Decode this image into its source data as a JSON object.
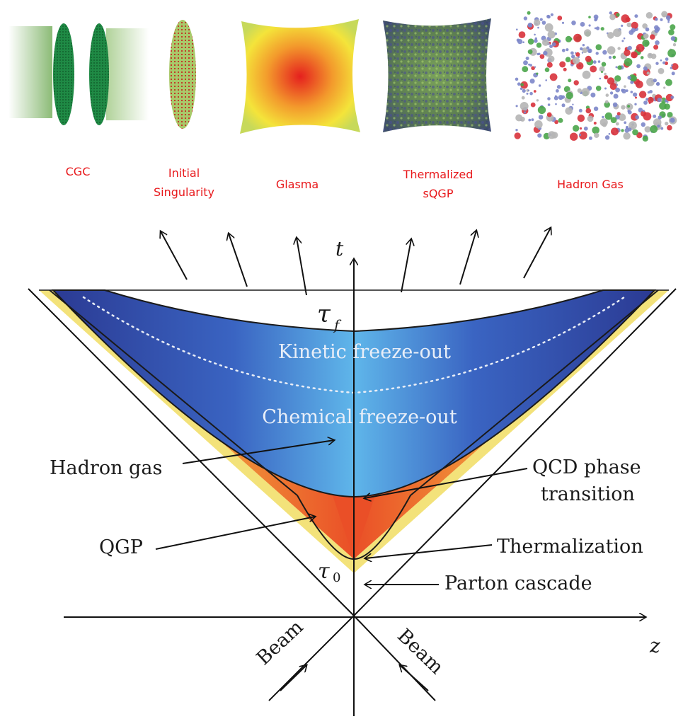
{
  "stages": [
    {
      "id": "cgc",
      "label_lines": [
        "CGC"
      ]
    },
    {
      "id": "initial-singularity",
      "label_lines": [
        "Initial",
        "Singularity"
      ]
    },
    {
      "id": "glasma",
      "label_lines": [
        "Glasma"
      ]
    },
    {
      "id": "thermalized-sqgp",
      "label_lines": [
        "Thermalized",
        "sQGP"
      ]
    },
    {
      "id": "hadron-gas-stage",
      "label_lines": [
        "Hadron Gas"
      ]
    }
  ],
  "diagram": {
    "axis_t": "t",
    "axis_z": "z",
    "tau_f": "τ",
    "tau_f_sub": "f",
    "tau_0": "τ",
    "tau_0_sub": "0",
    "kinetic_freeze_out": "Kinetic freeze-out",
    "chemical_freeze_out": "Chemical freeze-out",
    "hadron_gas": "Hadron gas",
    "qcd_phase_line1": "QCD phase",
    "qcd_phase_line2": "transition",
    "qgp": "QGP",
    "thermalization": "Thermalization",
    "parton_cascade": "Parton cascade",
    "beam_left": "Beam",
    "beam_right": "Beam"
  },
  "colors": {
    "label_red": "#e8191c",
    "hadron_blue_outer": "#2b3a93",
    "hadron_blue_center": "#5fb6ea",
    "qgp_orange": "#ee5a2a",
    "yellow_band": "#f3e27a",
    "cgc_green": "#1f8a45"
  }
}
